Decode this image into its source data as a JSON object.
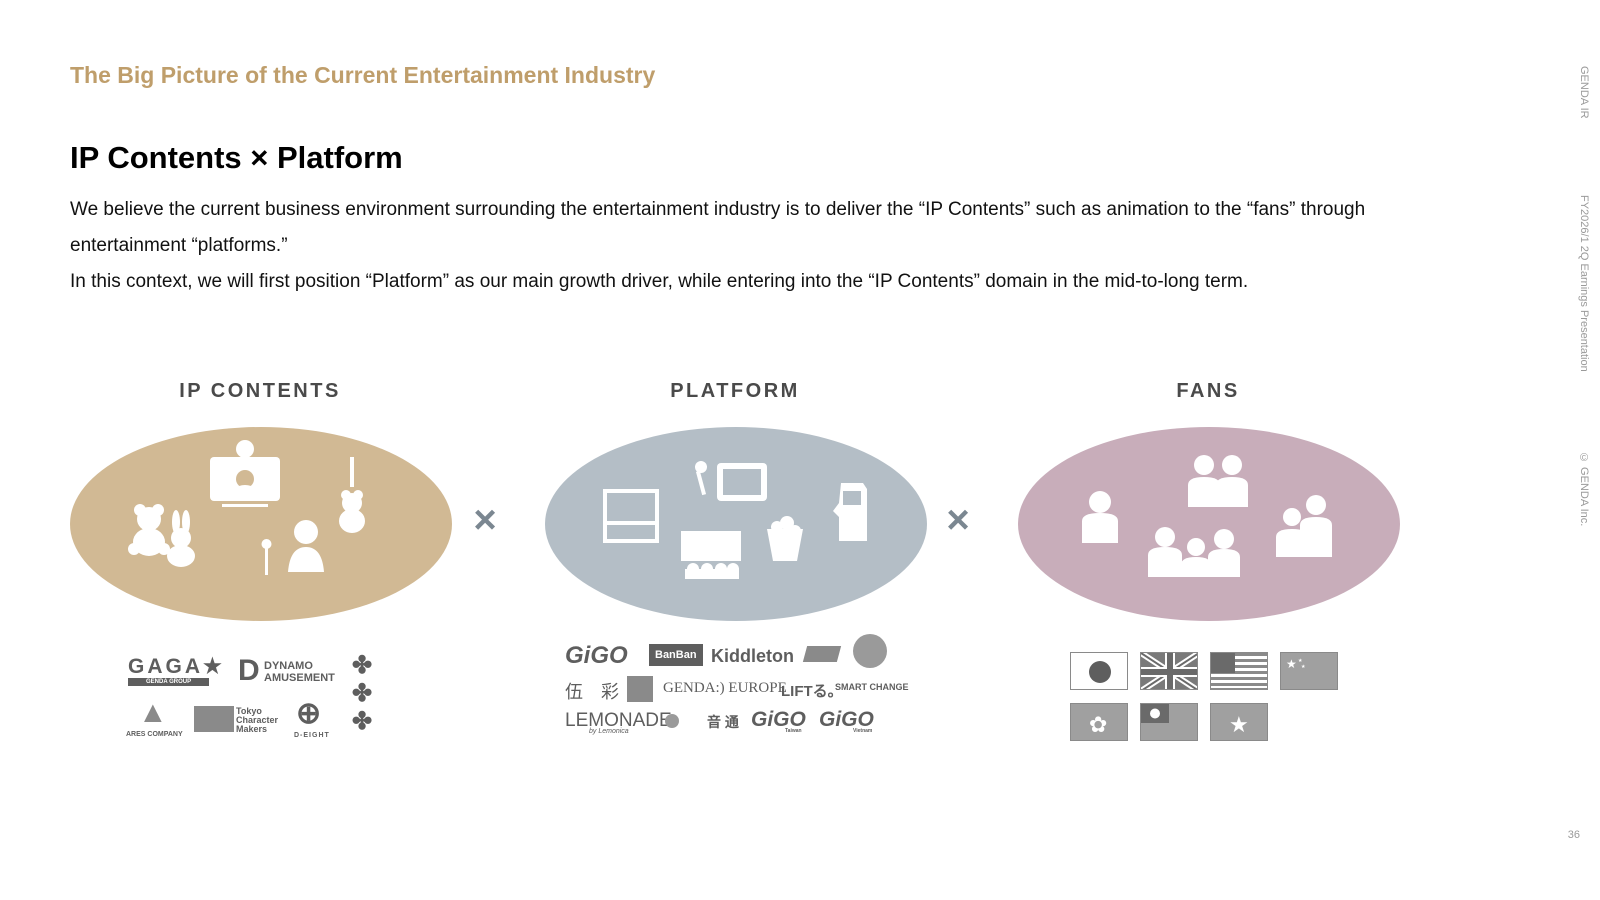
{
  "header": {
    "eyebrow": "The Big Picture of the Current Entertainment Industry",
    "title": "IP Contents × Platform"
  },
  "body": {
    "paragraph1": "We believe the current business environment surrounding the entertainment industry is to deliver the “IP Contents” such as animation to the “fans” through entertainment “platforms.”",
    "paragraph2": "In this context, we will first position “Platform” as our main growth driver, while entering into the “IP Contents” domain in the mid-to-long term."
  },
  "sidebar": {
    "brand": "GENDA IR",
    "presentation": "FY2026/1 2Q Earnings Presentation",
    "copyright": "© GENDA Inc."
  },
  "page_number": "36",
  "operator": "×",
  "columns": [
    {
      "title": "IP CONTENTS",
      "color": "#d1b994"
    },
    {
      "title": "PLATFORM",
      "color": "#b4bec6"
    },
    {
      "title": "FANS",
      "color": "#c8adba"
    }
  ],
  "logos": {
    "ip": {
      "gaga": "GAGA★",
      "gaga_sub": "GENDA GROUP",
      "dynamo": "DYNAMO",
      "dynamo_sub": "AMUSEMENT",
      "ares": "ARES COMPANY",
      "tokyo1": "Tokyo",
      "tokyo2": "Character",
      "tokyo3": "Makers",
      "deight": "D-EIGHT"
    },
    "platform": {
      "gigo": "GiGO",
      "bangbang": "BanBan",
      "kiddleton": "Kiddleton",
      "genda_europe": "GENDA:) EUROPE",
      "lifts": "LIFTる。",
      "smart_change": "SMART CHANGE",
      "lemonade": "LEMONADE",
      "lemonade_sub": "by Lemonica",
      "ontsu": "音 通",
      "gigo_taiwan": "GiGO",
      "gigo_taiwan_sub": "Taiwan",
      "gigo_vietnam": "GiGO",
      "gigo_vietnam_sub": "Vietnam",
      "go": "伍",
      "sai": "彩"
    }
  },
  "flags": [
    "japan",
    "united-kingdom",
    "united-states",
    "china",
    "hong-kong",
    "taiwan",
    "vietnam"
  ]
}
